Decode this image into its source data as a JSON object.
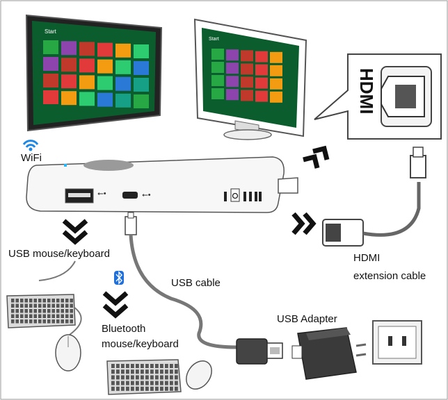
{
  "labels": {
    "wifi": "WiFi",
    "usb_mouse_keyboard": "USB mouse/keyboard",
    "usb_cable": "USB cable",
    "bluetooth_line1": "Bluetooth",
    "bluetooth_line2": "mouse/keyboard",
    "usb_adapter": "USB Adapter",
    "hdmi_ext_line1": "HDMI",
    "hdmi_ext_line2": "extension cable",
    "hdmi_port_text": "HDMI"
  },
  "screens": {
    "start_text": "Start"
  },
  "colors": {
    "wifi_blue": "#1e88e5",
    "bluetooth_blue": "#1e6fd9",
    "tile_palette": [
      "#27a845",
      "#e23a3a",
      "#2b79d6",
      "#8e44ad",
      "#f39c12",
      "#16a085",
      "#c0392b",
      "#2ecc71"
    ],
    "win_bg": "#0b5d2e"
  },
  "icons": [
    "wifi-icon",
    "bluetooth-icon",
    "usb-symbol-icon",
    "power-icon",
    "chevron-down-icon",
    "chevron-right-icon",
    "chevron-up-right-icon"
  ]
}
